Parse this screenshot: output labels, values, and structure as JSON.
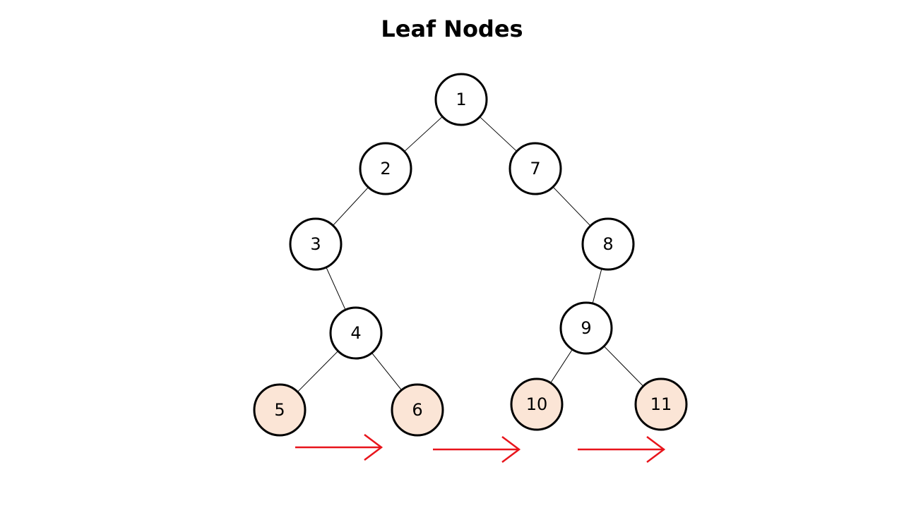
{
  "title": "Leaf Nodes",
  "colors": {
    "node_fill": "#ffffff",
    "leaf_fill": "#fbe5d6",
    "stroke": "#000000",
    "arrow": "#e8141b"
  },
  "nodes": [
    {
      "id": "1",
      "label": "1",
      "leaf": false
    },
    {
      "id": "2",
      "label": "2",
      "leaf": false
    },
    {
      "id": "7",
      "label": "7",
      "leaf": false
    },
    {
      "id": "3",
      "label": "3",
      "leaf": false
    },
    {
      "id": "8",
      "label": "8",
      "leaf": false
    },
    {
      "id": "4",
      "label": "4",
      "leaf": false
    },
    {
      "id": "9",
      "label": "9",
      "leaf": false
    },
    {
      "id": "5",
      "label": "5",
      "leaf": true
    },
    {
      "id": "6",
      "label": "6",
      "leaf": true
    },
    {
      "id": "10",
      "label": "10",
      "leaf": true
    },
    {
      "id": "11",
      "label": "11",
      "leaf": true
    }
  ],
  "edges": [
    {
      "from": "1",
      "to": "2"
    },
    {
      "from": "1",
      "to": "7"
    },
    {
      "from": "2",
      "to": "3"
    },
    {
      "from": "3",
      "to": "4"
    },
    {
      "from": "4",
      "to": "5"
    },
    {
      "from": "4",
      "to": "6"
    },
    {
      "from": "7",
      "to": "8"
    },
    {
      "from": "8",
      "to": "9"
    },
    {
      "from": "9",
      "to": "10"
    },
    {
      "from": "9",
      "to": "11"
    }
  ],
  "leaf_order": [
    "5",
    "6",
    "10",
    "11"
  ]
}
